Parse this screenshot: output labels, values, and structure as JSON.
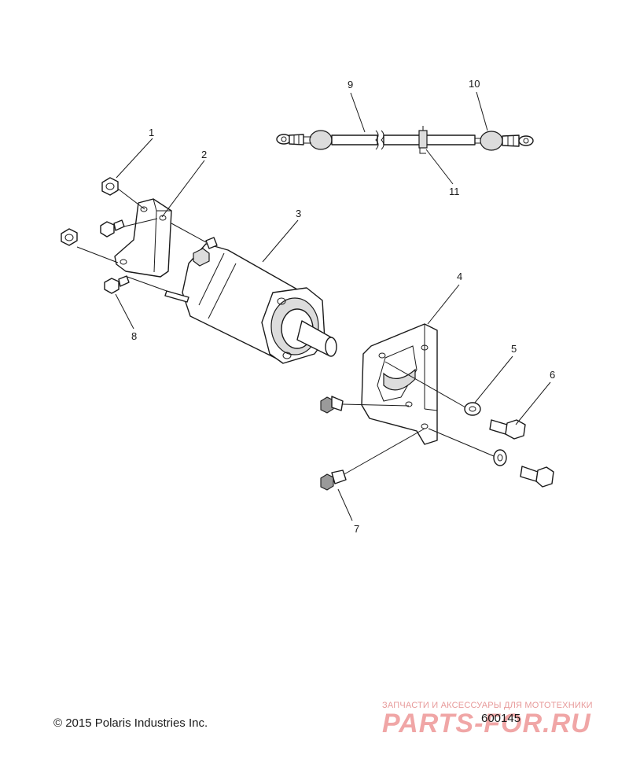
{
  "callouts": {
    "c1": "1",
    "c2": "2",
    "c3": "3",
    "c4": "4",
    "c5": "5",
    "c6": "6",
    "c7": "7",
    "c8": "8",
    "c9": "9",
    "c10": "10",
    "c11": "11"
  },
  "footer": {
    "copyright": "© 2015 Polaris Industries Inc.",
    "drawing_number": "600145"
  },
  "watermark": {
    "tagline": "ЗАПЧАСТИ И АКСЕССУАРЫ ДЛЯ МОТОТЕХНИКИ",
    "brand": "PARTS-FOR.RU"
  }
}
